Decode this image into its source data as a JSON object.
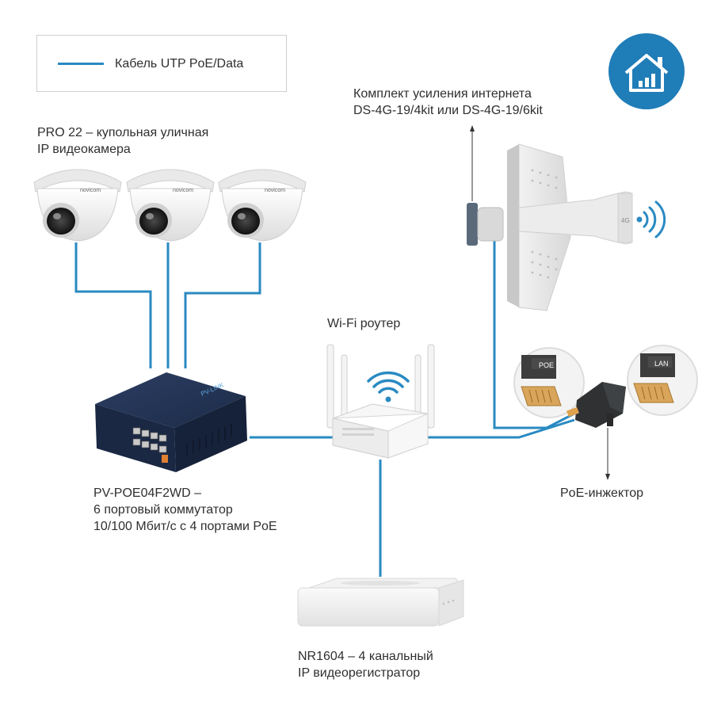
{
  "legend": {
    "cable_label": "Кабель UTP PoE/Data"
  },
  "colors": {
    "cable": "#2a8ac2",
    "badge": "#1f7db8"
  },
  "cameras": {
    "title_line1": "PRO 22 – купольная уличная",
    "title_line2": "IP видеокамера",
    "brand": "novicom"
  },
  "antenna": {
    "title_line1": "Комплект усиления интернета",
    "title_line2": "DS-4G-19/4kit или DS-4G-19/6kit",
    "brand": "4G"
  },
  "router": {
    "title": "Wi-Fi роутер"
  },
  "switch": {
    "title_line1": "PV-POE04F2WD –",
    "title_line2": "6 портовый коммутатор",
    "title_line3": "10/100 Мбит/с с 4 портами PoE",
    "brand": "PV-LINK"
  },
  "injector": {
    "title": "PoE-инжектор",
    "port_poe": "POE",
    "port_lan": "LAN"
  },
  "nvr": {
    "title_line1": "NR1604 – 4 канальный",
    "title_line2": "IP видеорегистратор"
  },
  "badge": {
    "icon": "home-signal-icon"
  }
}
